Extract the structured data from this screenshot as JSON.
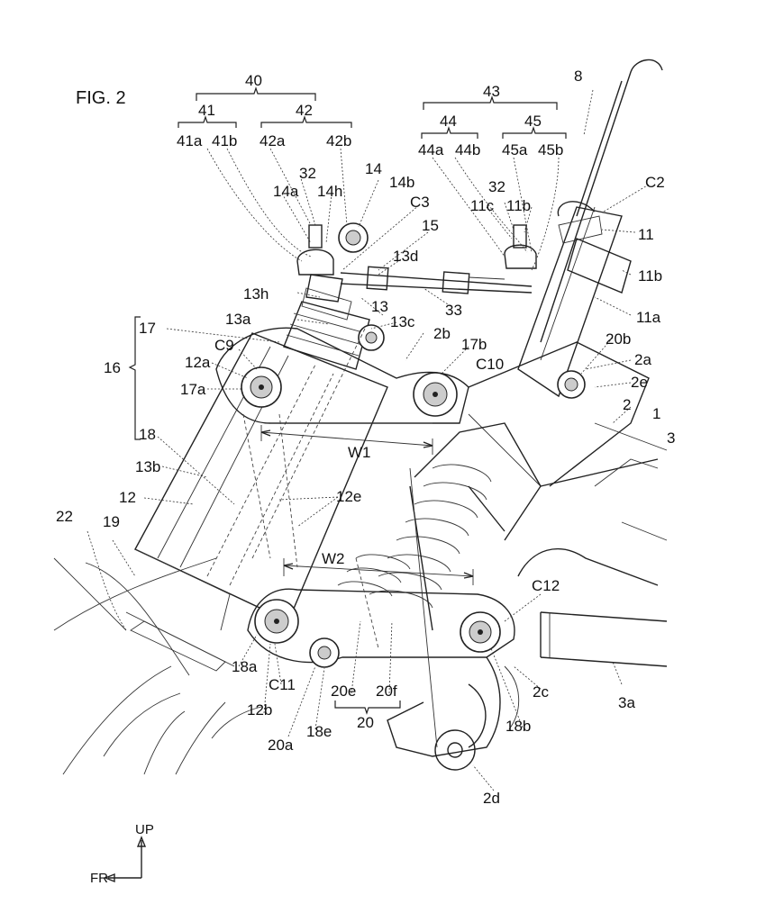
{
  "figure": {
    "title": "FIG. 2",
    "directions": {
      "up": "UP",
      "front": "FR"
    }
  },
  "labels": {
    "n40": "40",
    "n41": "41",
    "n42": "42",
    "n41a": "41a",
    "n41b": "41b",
    "n42a": "42a",
    "n42b": "42b",
    "n43": "43",
    "n44": "44",
    "n45": "45",
    "n44a": "44a",
    "n44b": "44b",
    "n45a": "45a",
    "n45b": "45b",
    "n8": "8",
    "n32a": "32",
    "n14": "14",
    "n14a": "14a",
    "n14h": "14h",
    "n14b": "14b",
    "nC3": "C3",
    "n15": "15",
    "n32b": "32",
    "n11c": "11c",
    "n11b_top": "11b",
    "nC2": "C2",
    "n11": "11",
    "n13d": "13d",
    "n11b": "11b",
    "n13h": "13h",
    "n13": "13",
    "n33": "33",
    "n11a": "11a",
    "n13a": "13a",
    "n13c": "13c",
    "n2b": "2b",
    "n17b": "17b",
    "n20b": "20b",
    "n17": "17",
    "nC9": "C9",
    "nC10": "C10",
    "n2a": "2a",
    "n16": "16",
    "n12a": "12a",
    "n2e_top": "2e",
    "n17a": "17a",
    "n2": "2",
    "n1": "1",
    "n3": "3",
    "n18": "18",
    "nW1": "W1",
    "n13b": "13b",
    "n12e": "12e",
    "n12": "12",
    "n22": "22",
    "n19": "19",
    "nW2": "W2",
    "nC12": "C12",
    "n18a": "18a",
    "nC11": "C11",
    "n2c": "2c",
    "n3a": "3a",
    "n12b": "12b",
    "n20e": "20e",
    "n20f": "20f",
    "n20": "20",
    "n18b": "18b",
    "n20a": "20a",
    "n18e": "18e",
    "n2d": "2d"
  }
}
